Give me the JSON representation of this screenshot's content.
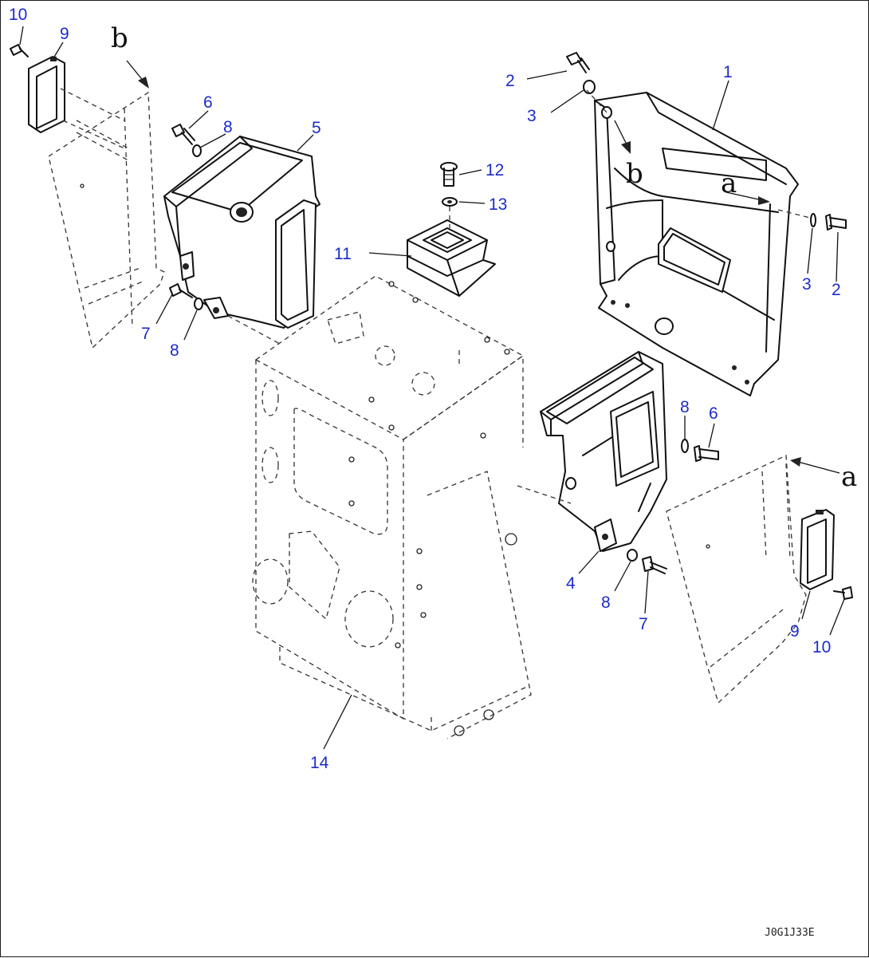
{
  "callouts": {
    "p10_left": "10",
    "p9_left": "9",
    "p6_left": "6",
    "p8_left_top": "8",
    "p5": "5",
    "p7_left": "7",
    "p8_left_bottom": "8",
    "p12": "12",
    "p13": "13",
    "p11": "11",
    "p2_top": "2",
    "p3_top": "3",
    "p1": "1",
    "p3_right": "3",
    "p2_right": "2",
    "p8_right_top": "8",
    "p6_right": "6",
    "p4": "4",
    "p8_right_bottom": "8",
    "p7_right": "7",
    "p9_right": "9",
    "p10_right": "10",
    "p14": "14"
  },
  "view_markers": {
    "b_top_left": "b",
    "b_on_part1": "b",
    "a_on_part1": "a",
    "a_right": "a"
  },
  "drawing_code": "J0G1J33E",
  "colors": {
    "callout_text": "#1c2bc8",
    "line_art": "#111111",
    "background": "#ffffff"
  }
}
